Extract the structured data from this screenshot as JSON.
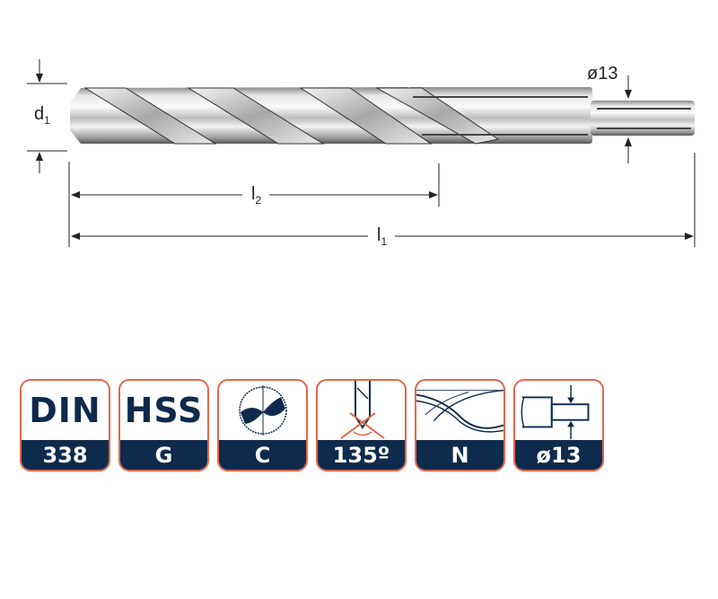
{
  "drawing": {
    "labels": {
      "d1": "d",
      "d1_sub": "1",
      "l1": "l",
      "l1_sub": "1",
      "l2": "l",
      "l2_sub": "2",
      "shank_diameter": "ø13"
    }
  },
  "badges": [
    {
      "top": "DIN",
      "bottom": "338",
      "icon": "text"
    },
    {
      "top": "HSS",
      "bottom": "G",
      "icon": "text"
    },
    {
      "top": "",
      "bottom": "C",
      "icon": "cross-section-icon"
    },
    {
      "top": "",
      "bottom": "135º",
      "icon": "point-angle-icon"
    },
    {
      "top": "",
      "bottom": "N",
      "icon": "flute-type-icon"
    },
    {
      "top": "",
      "bottom": "ø13",
      "icon": "reduced-shank-icon"
    }
  ],
  "colors": {
    "navy": "#0e2a4c",
    "border": "#e2674a"
  }
}
